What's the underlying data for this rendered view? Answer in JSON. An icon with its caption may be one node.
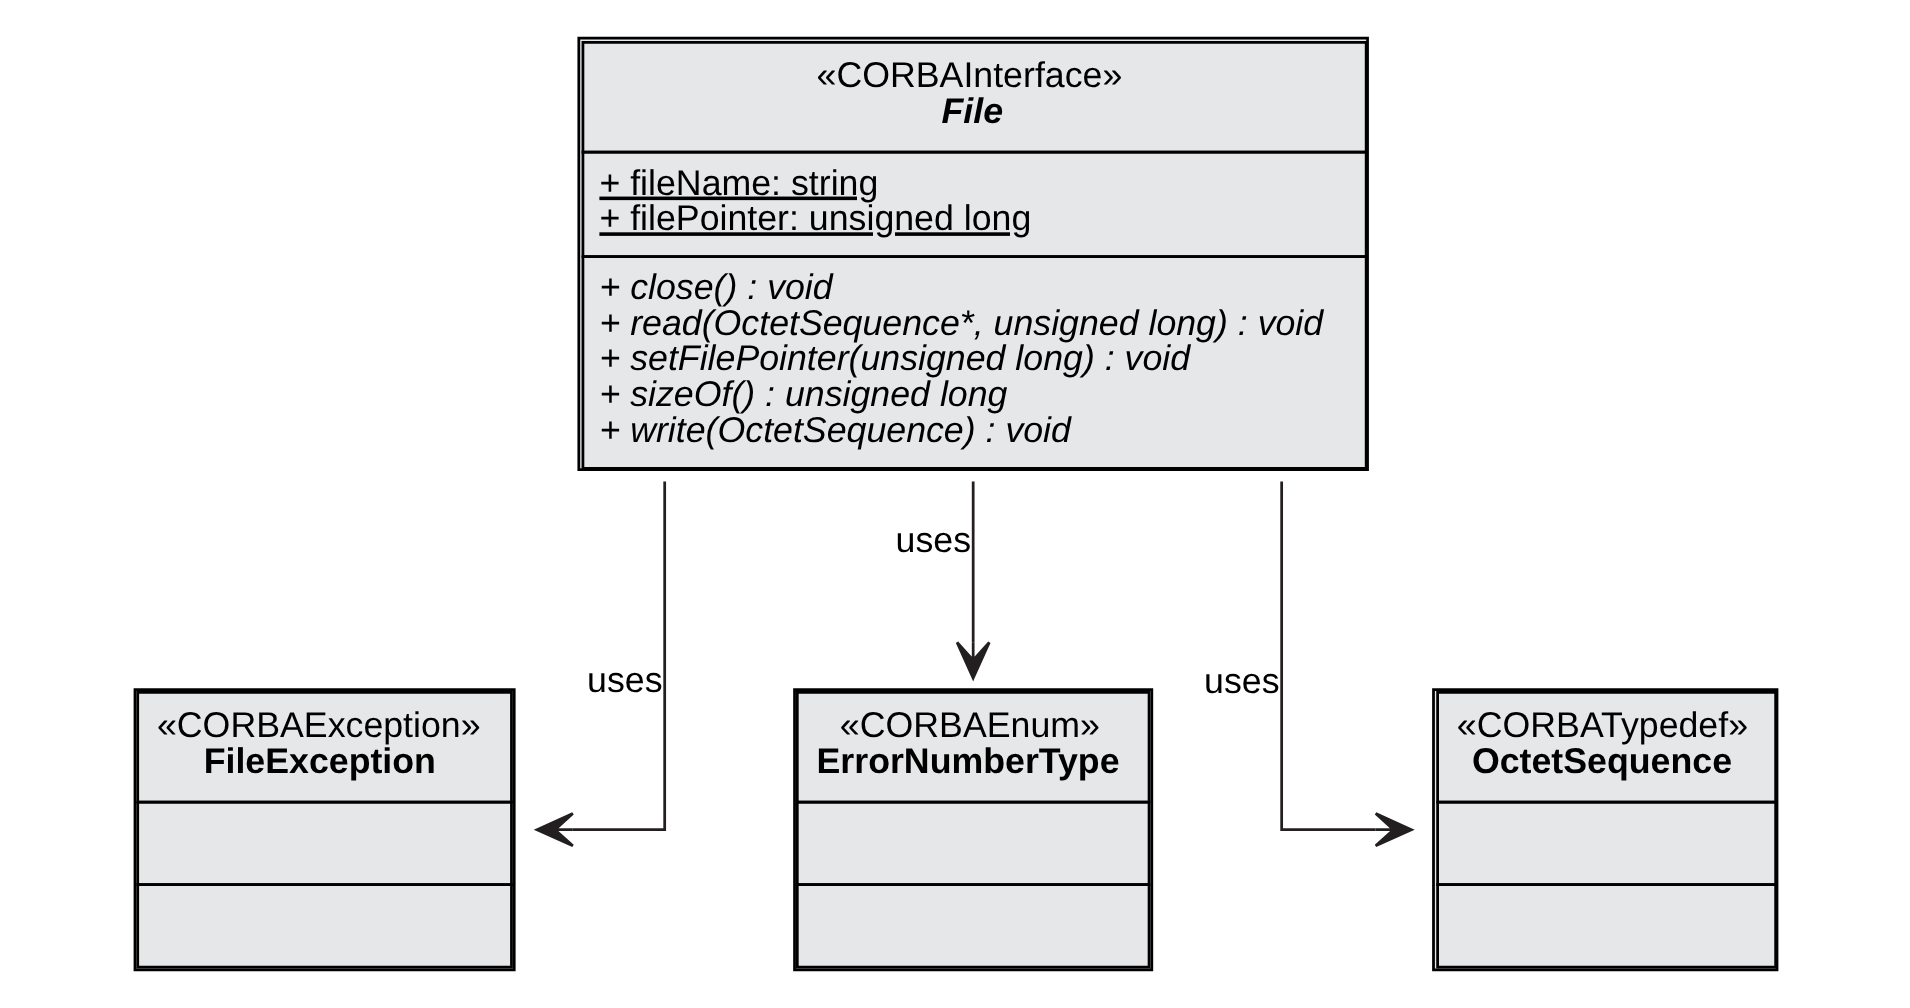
{
  "diagram": {
    "nodes": [
      {
        "text": [
          "«CORBAInterface»",
          "File",
          "+ fileName: string",
          "+ filePointer: unsigned long",
          "+ close() : void",
          "+ read(OctetSequence*, unsigned long) : void",
          "+ setFilePointer(unsigned long) : void",
          "+ sizeOf() : unsigned long",
          "+ write(OctetSequence) : void"
        ]
      },
      {
        "text": [
          "«CORBAException»",
          "FileException"
        ]
      },
      {
        "text": [
          "«CORBAEnum»",
          "ErrorNumberType"
        ]
      },
      {
        "text": [
          "«CORBATypedef»",
          "OctetSequence"
        ]
      }
    ],
    "edges": [
      {
        "from": 0,
        "to": 1,
        "arrow": "to",
        "label": "uses"
      },
      {
        "from": 0,
        "to": 2,
        "arrow": "to",
        "label": "uses"
      },
      {
        "from": 0,
        "to": 3,
        "arrow": "to",
        "label": "uses"
      }
    ]
  }
}
